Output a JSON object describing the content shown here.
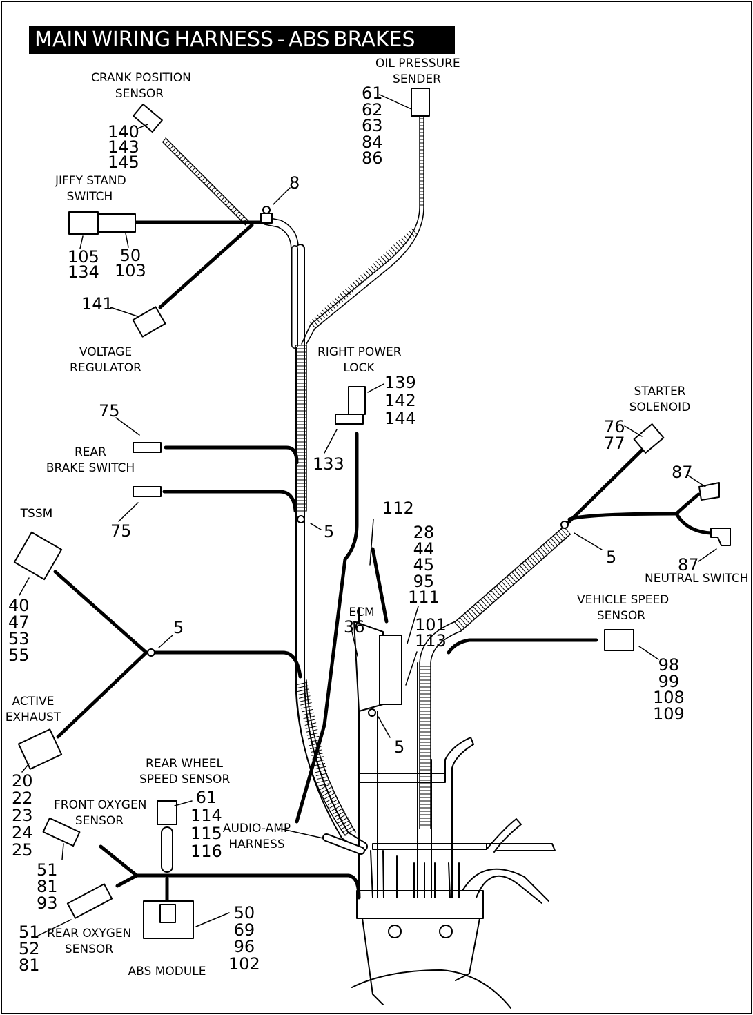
{
  "title": "MAIN WIRING HARNESS - ABS BRAKES",
  "components": [
    {
      "id": "crank",
      "name": [
        "CRANK POSITION",
        "SENSOR"
      ],
      "refs": [
        "140",
        "143",
        "145"
      ]
    },
    {
      "id": "oil",
      "name": [
        "OIL PRESSURE",
        "SENDER"
      ],
      "refs": [
        "61",
        "62",
        "63",
        "84",
        "86"
      ]
    },
    {
      "id": "jiffy",
      "name": [
        "JIFFY STAND",
        "SWITCH"
      ],
      "refs_a": [
        "105",
        "134"
      ],
      "refs_b": [
        "50",
        "103"
      ]
    },
    {
      "id": "clip-top",
      "refs": [
        "8"
      ]
    },
    {
      "id": "voltreg",
      "name": [
        "VOLTAGE",
        "REGULATOR"
      ],
      "refs": [
        "141"
      ]
    },
    {
      "id": "rpl",
      "name": [
        "RIGHT POWER",
        "LOCK"
      ],
      "refs": [
        "139",
        "142",
        "144"
      ],
      "refs_b": [
        "133"
      ]
    },
    {
      "id": "starter",
      "name": [
        "STARTER",
        "SOLENOID"
      ],
      "refs": [
        "76",
        "77"
      ]
    },
    {
      "id": "rearbrake",
      "name": [
        "REAR",
        "BRAKE SWITCH"
      ],
      "refs_a": [
        "75"
      ],
      "refs_b": [
        "75"
      ]
    },
    {
      "id": "neutral",
      "name": [
        "NEUTRAL SWITCH"
      ],
      "refs_a": [
        "87"
      ],
      "refs_b": [
        "87"
      ]
    },
    {
      "id": "tssm",
      "name": [
        "TSSM"
      ],
      "refs": [
        "40",
        "47",
        "53",
        "55"
      ]
    },
    {
      "id": "clip-mid",
      "refs": [
        "5"
      ]
    },
    {
      "id": "clip-right",
      "refs": [
        "5"
      ]
    },
    {
      "id": "clip-left",
      "refs": [
        "5"
      ]
    },
    {
      "id": "clip-ecm",
      "refs": [
        "5"
      ]
    },
    {
      "id": "ecm",
      "name": [
        "ECM"
      ],
      "refs": [
        "36"
      ],
      "refs_b": [
        "112"
      ],
      "refs_c": [
        "28",
        "44",
        "45",
        "95",
        "111"
      ],
      "refs_d": [
        "101",
        "113"
      ]
    },
    {
      "id": "vss",
      "name": [
        "VEHICLE SPEED",
        "SENSOR"
      ],
      "refs": [
        "98",
        "99",
        "108",
        "109"
      ]
    },
    {
      "id": "active",
      "name": [
        "ACTIVE",
        "EXHAUST"
      ],
      "refs": [
        "20",
        "22",
        "23",
        "24",
        "25"
      ]
    },
    {
      "id": "rwss",
      "name": [
        "REAR WHEEL",
        "SPEED SENSOR"
      ],
      "refs": [
        "61",
        "114",
        "115",
        "116"
      ]
    },
    {
      "id": "frontox",
      "name": [
        "FRONT OXYGEN",
        "SENSOR"
      ],
      "refs": [
        "51",
        "81",
        "93"
      ]
    },
    {
      "id": "audio",
      "name": [
        "AUDIO-AMP",
        "HARNESS"
      ]
    },
    {
      "id": "rearox",
      "name": [
        "REAR OXYGEN",
        "SENSOR"
      ],
      "refs": [
        "51",
        "52",
        "81"
      ]
    },
    {
      "id": "abs",
      "name": [
        "ABS MODULE"
      ],
      "refs": [
        "50",
        "69",
        "96",
        "102"
      ]
    }
  ]
}
